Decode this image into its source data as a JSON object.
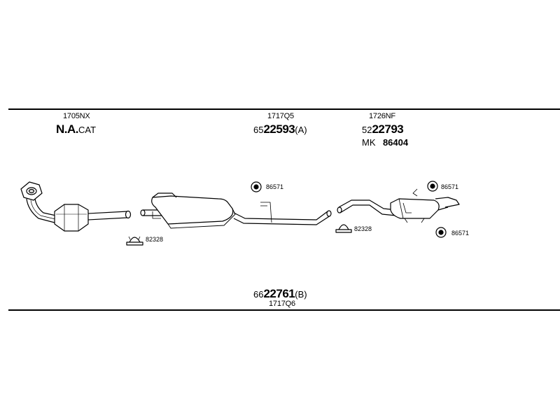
{
  "top_labels": {
    "catalyst": {
      "code": "1705NX",
      "name_bold": "N.A.",
      "name_suffix": "CAT"
    },
    "middle": {
      "code": "1717Q5",
      "prefix": "65",
      "part": "22593",
      "suffix": "(A)"
    },
    "rear": {
      "code": "1726NF",
      "prefix": "52",
      "part": "22793",
      "kit_prefix": "MK",
      "kit_no": "86404"
    }
  },
  "bottom_label": {
    "prefix": "66",
    "part": "22761",
    "suffix": "(B)",
    "code": "1717Q6"
  },
  "components": {
    "clamp_left": "82328",
    "clamp_mid": "82328",
    "hanger_mid": "86571",
    "hanger_rear_top": "86571",
    "hanger_rear_bottom": "86571"
  }
}
